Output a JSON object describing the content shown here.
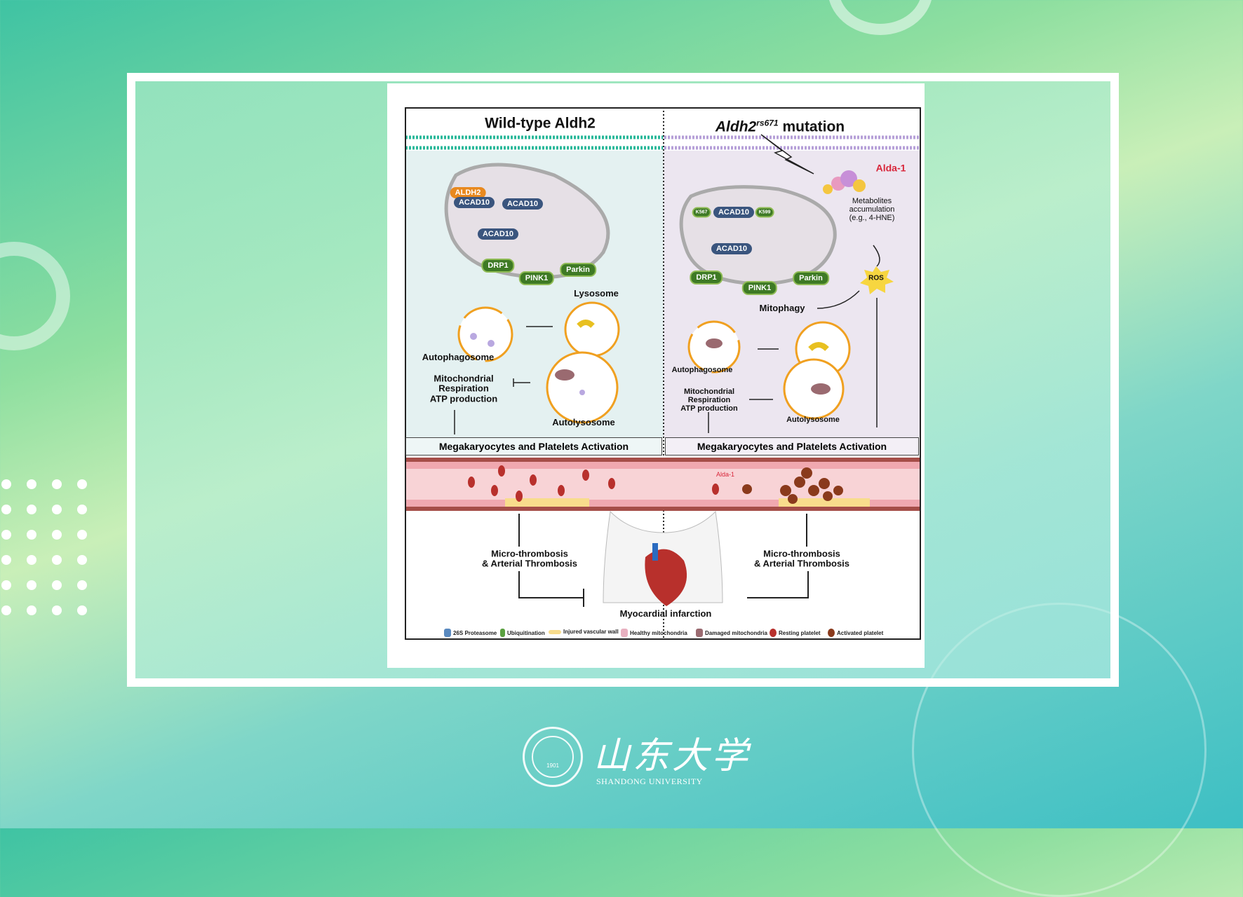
{
  "figure": {
    "left_title": "Wild-type Aldh2",
    "right_title_main": "Aldh2",
    "right_title_sup": "rs671",
    "right_title_suffix": " mutation",
    "left": {
      "aldh2": "ALDH2",
      "acad10_a": "ACAD10",
      "acad10_b": "ACAD10",
      "acad10_c": "ACAD10",
      "drp1": "DRP1",
      "pink1": "PINK1",
      "parkin": "Parkin",
      "lysosome": "Lysosome",
      "autophagosome": "Autophagosome",
      "respiration": [
        "Mitochondrial",
        "Respiration",
        "ATP production"
      ],
      "autolysosome": "Autolysosome",
      "box": "Megakaryocytes and Platelets Activation",
      "thrombosis": [
        "Micro-thrombosis",
        "& Arterial Thrombosis"
      ]
    },
    "right": {
      "k567": "K567",
      "acad10_a": "ACAD10",
      "k599": "K599",
      "acad10_b": "ACAD10",
      "drp1": "DRP1",
      "pink1": "PINK1",
      "parkin": "Parkin",
      "alda1": "Alda-1",
      "metabolites": [
        "Metabolites",
        "accumulation",
        "(e.g., 4-HNE)"
      ],
      "ros": "ROS",
      "mitophagy": "Mitophagy",
      "autophagosome": "Autophagosome",
      "respiration": [
        "Mitochondrial",
        "Respiration",
        "ATP production"
      ],
      "autolysosome": "Autolysosome",
      "box": "Megakaryocytes and Platelets Activation",
      "vessel_alda1": "Alda-1",
      "thrombosis": [
        "Micro-thrombosis",
        "& Arterial Thrombosis"
      ]
    },
    "outcome": "Myocardial infarction",
    "legend": [
      "26S Proteasome",
      "Ubiquitination",
      "Injured vascular wall",
      "Healthy mitochondria",
      "Damaged mitochondria",
      "Resting platelet",
      "Activated platelet"
    ]
  },
  "logo": {
    "chinese": "山东大学",
    "english": "SHANDONG UNIVERSITY",
    "seal_year": "1901"
  },
  "colors": {
    "accent_red": "#d8263a",
    "protein_green": "#3e7a25",
    "protein_blue": "#3a557e",
    "left_bg": "#e4f1f1",
    "right_bg": "#ece6f0"
  }
}
